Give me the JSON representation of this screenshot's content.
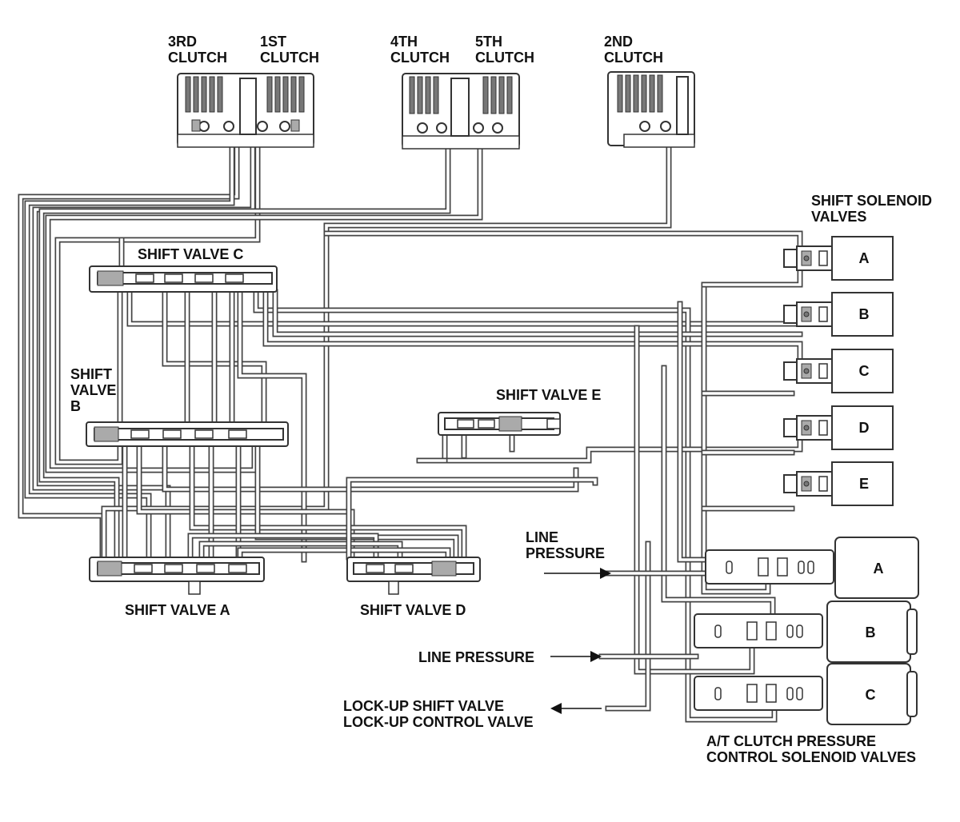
{
  "colors": {
    "line": "#444444",
    "background": "#ffffff",
    "text": "#111111"
  },
  "clutches": {
    "third": {
      "line1": "3RD",
      "line2": "CLUTCH"
    },
    "first": {
      "line1": "1ST",
      "line2": "CLUTCH"
    },
    "fourth": {
      "line1": "4TH",
      "line2": "CLUTCH"
    },
    "fifth": {
      "line1": "5TH",
      "line2": "CLUTCH"
    },
    "second": {
      "line1": "2ND",
      "line2": "CLUTCH"
    }
  },
  "shift_valves": {
    "a": "SHIFT VALVE A",
    "b": {
      "line1": "SHIFT",
      "line2": "VALVE",
      "line3": "B"
    },
    "c": "SHIFT VALVE C",
    "d": "SHIFT VALVE D",
    "e": "SHIFT VALVE E"
  },
  "shift_solenoids": {
    "title_line1": "SHIFT SOLENOID",
    "title_line2": "VALVES",
    "items": [
      "A",
      "B",
      "C",
      "D",
      "E"
    ]
  },
  "pressure_solenoids": {
    "title_line1": "A/T CLUTCH PRESSURE",
    "title_line2": "CONTROL SOLENOID VALVES",
    "items": [
      "A",
      "B",
      "C"
    ]
  },
  "line_pressure_upper": {
    "line1": "LINE",
    "line2": "PRESSURE"
  },
  "line_pressure_lower": "LINE PRESSURE",
  "lockup": {
    "line1": "LOCK-UP SHIFT VALVE",
    "line2": "LOCK-UP CONTROL VALVE"
  }
}
